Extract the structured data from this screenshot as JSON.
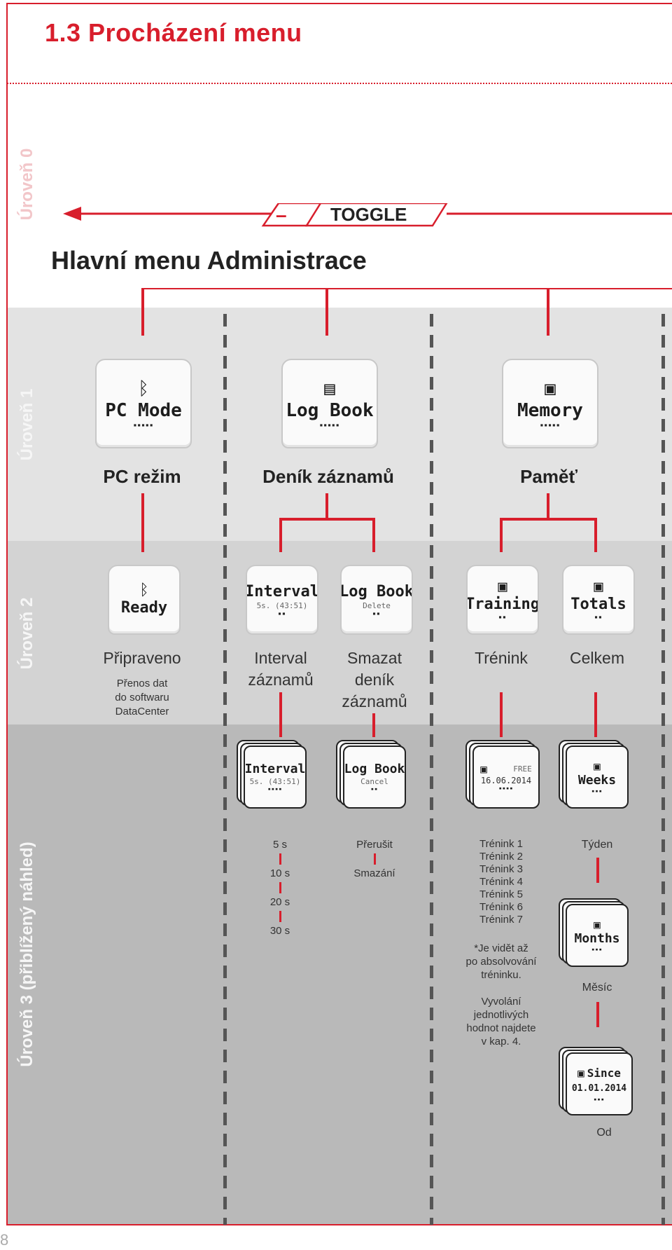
{
  "title": "1.3 Procházení menu",
  "page_number": "8",
  "levels": {
    "level0": "Úroveň 0",
    "level1": "Úroveň 1",
    "level2": "Úroveň 2",
    "level3": "Úroveň 3 (přiblížený náhled)"
  },
  "toggle": {
    "minus": "–",
    "label": "TOGGLE"
  },
  "main_heading": "Hlavní menu Administrace",
  "level1": {
    "pc": {
      "icon": "bluetooth-icon",
      "screen": "PC Mode",
      "label": "PC režim"
    },
    "logbook": {
      "icon": "book-icon",
      "screen": "Log Book",
      "label": "Deník záznamů"
    },
    "memory": {
      "icon": "floppy-icon",
      "screen": "Memory",
      "label": "Paměť"
    }
  },
  "level2": {
    "ready": {
      "screen": "Ready",
      "label": "Připraveno",
      "desc": [
        "Přenos dat",
        "do softwaru",
        "DataCenter"
      ]
    },
    "interval": {
      "screen": "Interval",
      "screen_sub": "5s. (43:51)",
      "label": [
        "Interval",
        "záznamů"
      ]
    },
    "delete": {
      "screen": "Log Book",
      "screen_sub": "Delete",
      "label": [
        "Smazat",
        "deník",
        "záznamů"
      ]
    },
    "training": {
      "screen": "Training",
      "label": "Trénink"
    },
    "totals": {
      "screen": "Totals",
      "label": "Celkem"
    }
  },
  "level3": {
    "interval": {
      "screen": "Interval",
      "screen_sub": "5s. (43:51)",
      "options": [
        "5 s",
        "10 s",
        "20 s",
        "30 s"
      ]
    },
    "cancel": {
      "screen": "Log Book",
      "screen_sub": "Cancel",
      "options": [
        "Přerušit",
        "Smazání"
      ]
    },
    "training": {
      "screen_free": "FREE",
      "screen_date": "16.06.2014",
      "items": [
        "Trénink 1",
        "Trénink 2",
        "Trénink 3",
        "Trénink 4",
        "Trénink 5",
        "Trénink 6",
        "Trénink 7"
      ],
      "note": [
        "*Je vidět až",
        "po absolvování",
        "tréninku."
      ],
      "note2": [
        "Vyvolání",
        "jednotlivých",
        "hodnot najdete",
        "v kap. 4."
      ]
    },
    "weeks": {
      "screen": "Weeks",
      "label": "Týden"
    },
    "months": {
      "screen": "Months",
      "label": "Měsíc"
    },
    "since": {
      "screen": "Since",
      "screen_date": "01.01.2014",
      "label": "Od"
    }
  },
  "colors": {
    "accent": "#d81e2c",
    "band1": "#e3e3e3",
    "band2": "#d3d3d3",
    "band3": "#b9b9b9"
  }
}
